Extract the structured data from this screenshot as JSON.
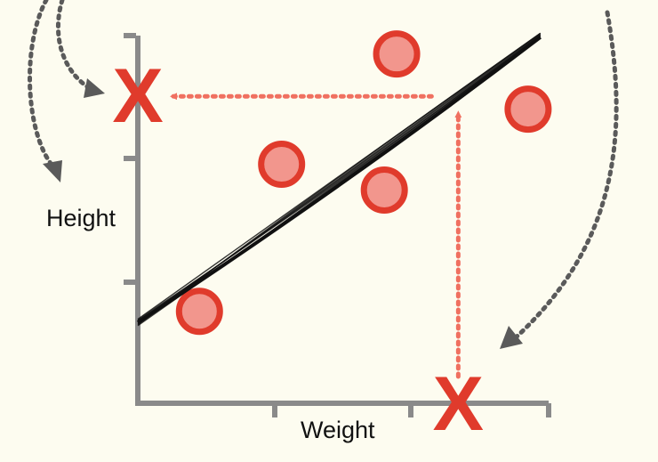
{
  "diagram": {
    "x_axis_label": "Weight",
    "y_axis_label": "Height",
    "points": [
      {
        "weight": 0.15,
        "height": 0.25
      },
      {
        "weight": 0.35,
        "height": 0.65
      },
      {
        "weight": 0.6,
        "height": 0.58
      },
      {
        "weight": 0.63,
        "height": 0.95
      },
      {
        "weight": 0.95,
        "height": 0.8
      }
    ],
    "regression_line": {
      "start": [
        0.0,
        0.22
      ],
      "end": [
        0.98,
        1.0
      ]
    },
    "known_weight": 0.78,
    "predicted_height": 0.83,
    "markers": {
      "unknown_symbol": "X"
    },
    "colors": {
      "background": "#fdfcf0",
      "axis": "#8a8a8a",
      "point_fill": "#f2968d",
      "point_stroke": "#e03b2c",
      "unknown_x": "#e03b2c",
      "projection_arrow": "#f07060",
      "curved_arrow": "#5a5a5a",
      "line": "#111111"
    }
  }
}
